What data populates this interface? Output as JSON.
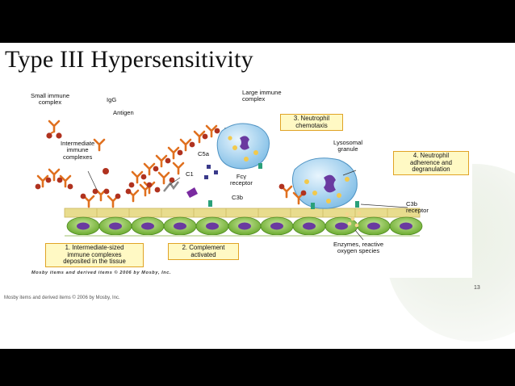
{
  "slide": {
    "title": "Type III Hypersensitivity",
    "slide_number": "13",
    "footer_credit": "Mosby items and derived items © 2006 by Mosby, Inc."
  },
  "figure": {
    "labels": {
      "small_immune_complex": "Small immune\ncomplex",
      "igg": "IgG",
      "antigen": "Antigen",
      "large_immune_complex": "Large immune\ncomplex",
      "intermediate_immune_complexes": "Intermediate\nimmune\ncomplexes",
      "c5a": "C5a",
      "c1": "C1",
      "fc_receptor": "Fcγ\nreceptor",
      "c3b": "C3b",
      "lysosomal_granule": "Lysosomal\ngranule",
      "c3b_receptor": "C3b\nreceptor",
      "enzymes": "Enzymes, reactive\noxygen species"
    },
    "steps": [
      {
        "text": "1. Intermediate-sized\nimmune complexes\ndeposited in the tissue"
      },
      {
        "text": "2. Complement\nactivated"
      },
      {
        "text": "3. Neutrophil\nchemotaxis"
      },
      {
        "text": "4. Neutrophil\nadherence and\ndegranulation"
      }
    ],
    "credit": "Mosby items and derived items © 2006 by Mosby, Inc."
  },
  "colors": {
    "antibody": "#e0701f",
    "antigen": "#b0321f",
    "tissue": "#e3d37a",
    "cell": "#7fbf3f",
    "nucleus": "#6a3aa0",
    "neutrophil": "#9fd0ec",
    "box_fill": "#fff9c4",
    "box_border": "#e0a325"
  }
}
